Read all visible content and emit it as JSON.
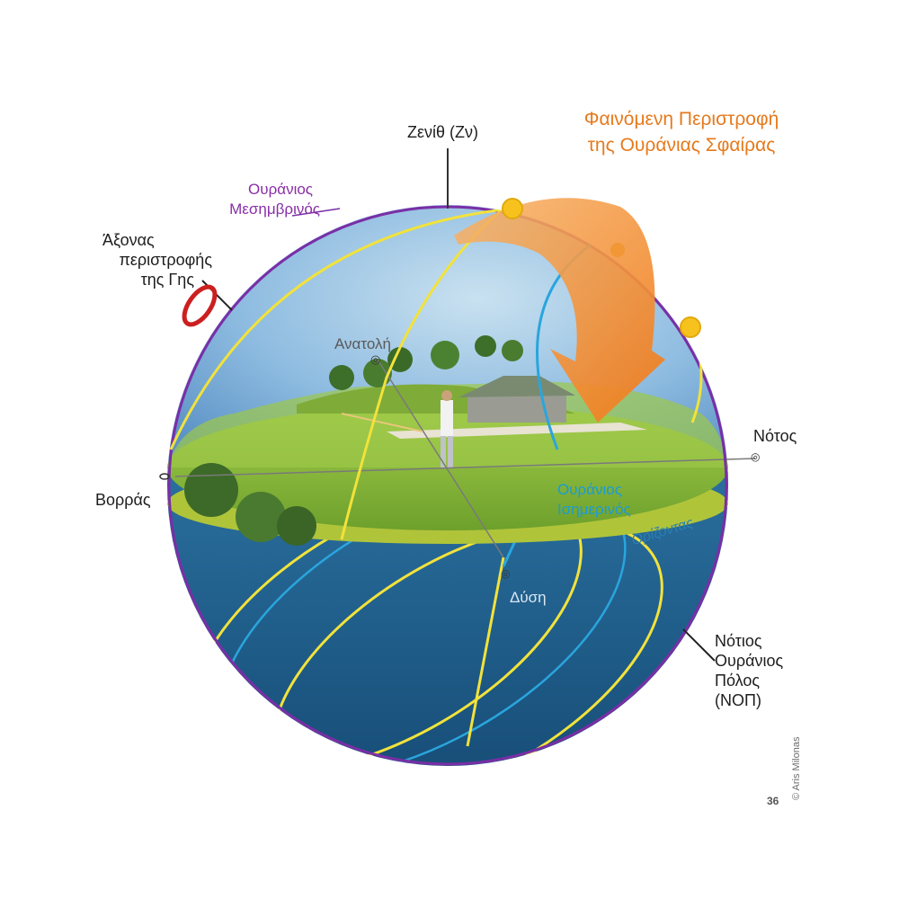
{
  "title": [
    "Φαινόμενη Περιστροφή",
    "της Ουράνιας Σφαίρας"
  ],
  "labels": {
    "zenith": "Ζενίθ (Ζν)",
    "meridian": [
      "Ουράνιος",
      "Μεσημβρινός"
    ],
    "axis": [
      "Άξονας",
      "περιστροφής",
      "της Γης"
    ],
    "east": "Ανατολή",
    "south": "Νότος",
    "north": "Βορράς",
    "equator": [
      "Ουράνιος",
      "Ισημερινός"
    ],
    "horizon": "Ορίζοντας",
    "west": "Δύση",
    "south_pole": [
      "Νότιος",
      "Ουράνιος",
      "Πόλος",
      "(ΝΟΠ)"
    ]
  },
  "credit": "© Aris Milonas",
  "page_number": "36",
  "colors": {
    "sky": "#7fb2d8",
    "sphere_lower": "#1d5f8c",
    "grass": "#8fbf3a",
    "meridian": "#7a2ea6",
    "sun_path": "#f2e23b",
    "equator": "#2aa5dd",
    "arrow": "#f28a26",
    "title": "#e67a1c"
  }
}
